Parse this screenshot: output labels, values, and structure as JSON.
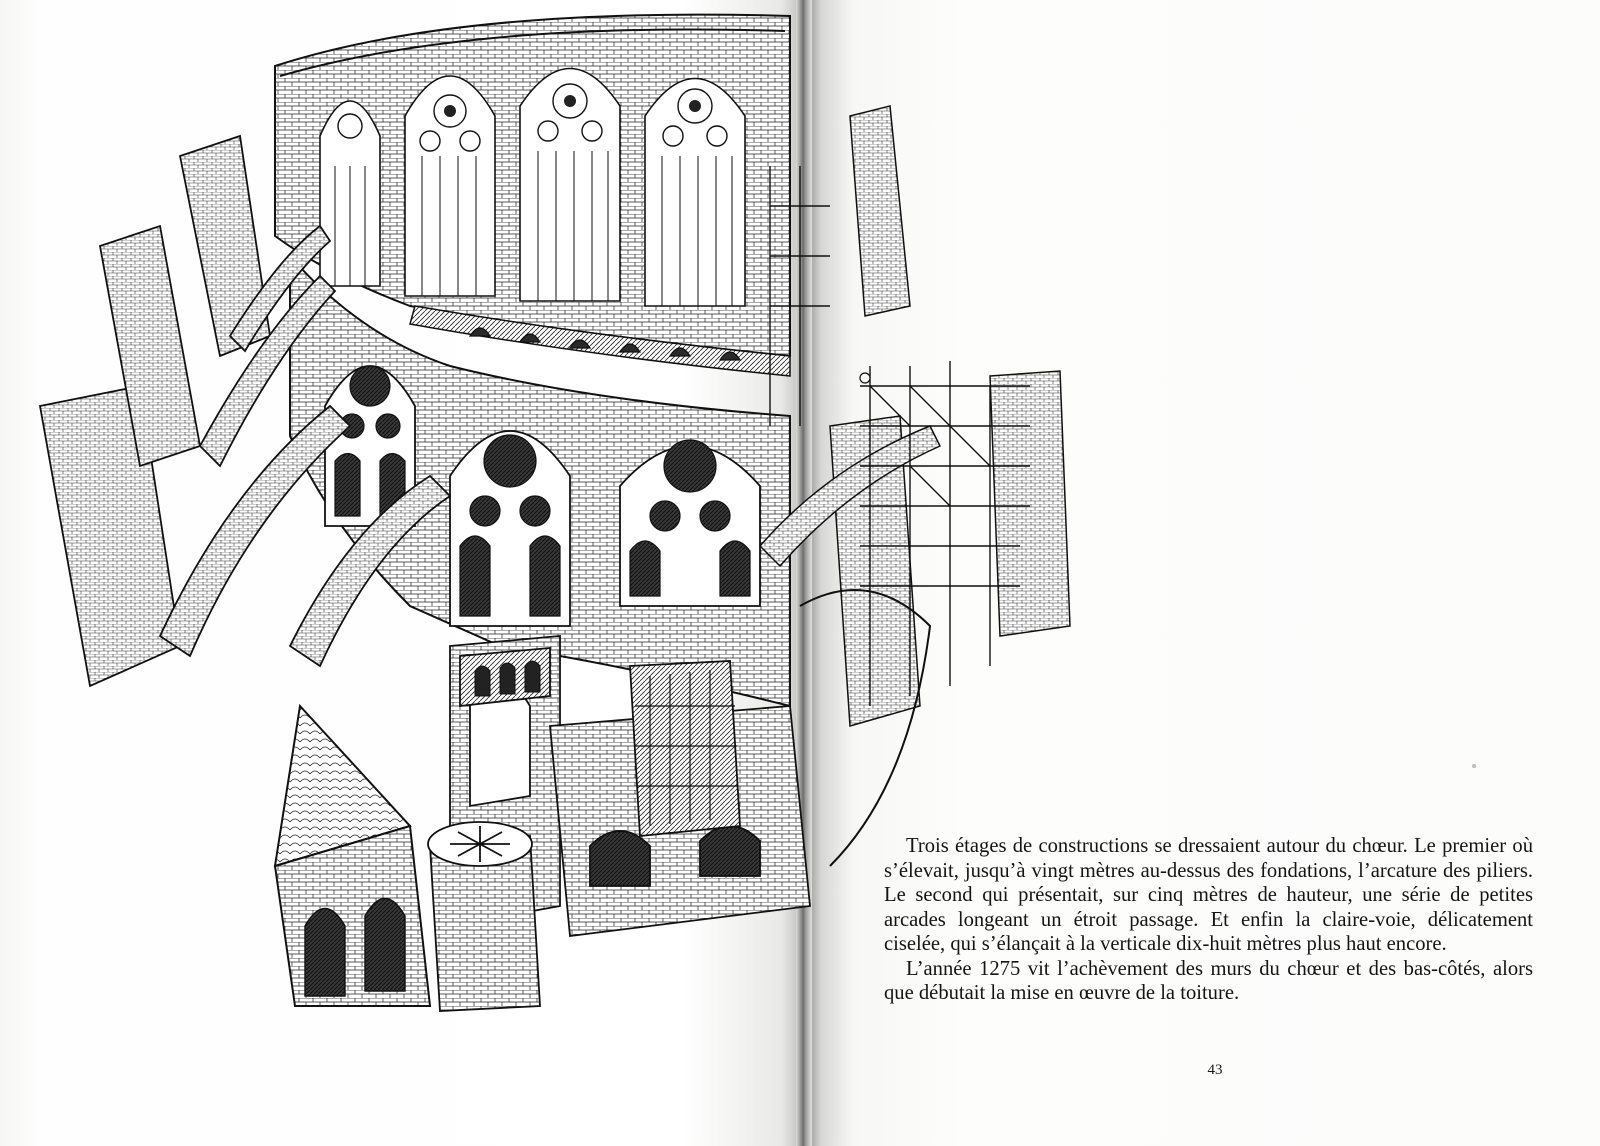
{
  "paragraphs": [
    "Trois étages de constructions se dressaient autour du chœur. Le premier où s’élevait, jusqu’à vingt mètres au-dessus des fondations, l’arcature des piliers. Le second qui présentait, sur cinq mètres de hauteur, une série de petites arcades longeant un étroit passage. Et enfin la claire-voie, délicatement ciselée, qui s’élançait à la verticale dix-huit mètres plus haut encore.",
    "L’année 1275 vit l’achèvement des murs du chœur et des bas-côtés, alors que débutait la mise en œuvre de la toiture."
  ],
  "page_number": "43",
  "illustration": {
    "subject": "cathedral-choir-construction-engraving",
    "ink_color": "#1a1a1a",
    "paper_color": "#ffffff"
  }
}
